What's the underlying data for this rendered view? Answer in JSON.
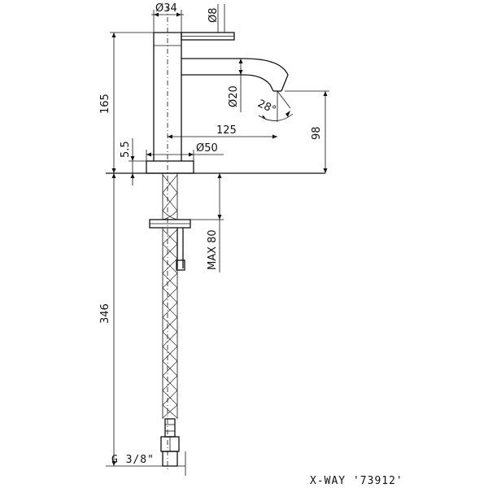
{
  "dimensions": {
    "body_diameter": "Ø34",
    "handle_diameter": "Ø8",
    "spout_diameter": "Ø20",
    "spout_angle": "28°",
    "total_height": "165",
    "spout_reach": "125",
    "spout_height": "98",
    "base_diameter": "Ø50",
    "base_height": "5.5",
    "max_deck": "MAX 80",
    "hose_length": "346",
    "connection": "G 3/8\""
  },
  "footer": {
    "model": "X-WAY '73912'"
  }
}
